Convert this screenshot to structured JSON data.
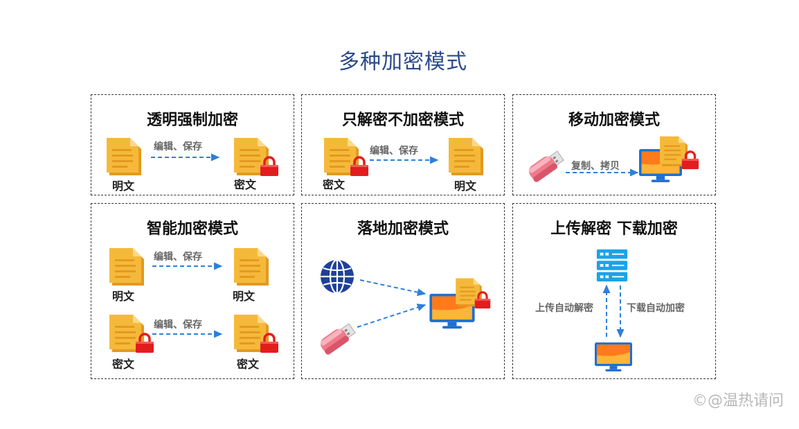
{
  "title": "多种加密模式",
  "panels": {
    "p1": {
      "title": "透明强制加密",
      "left": "明文",
      "right": "密文",
      "arrow": "编辑、保存"
    },
    "p2": {
      "title": "只解密不加密模式",
      "left": "密文",
      "right": "明文",
      "arrow": "编辑、保存"
    },
    "p3": {
      "title": "移动加密模式",
      "arrow": "复制、拷贝"
    },
    "p4": {
      "title": "智能加密模式",
      "row1_left": "明文",
      "row1_right": "明文",
      "row1_arrow": "编辑、保存",
      "row2_left": "密文",
      "row2_right": "密文",
      "row2_arrow": "编辑、保存"
    },
    "p5": {
      "title": "落地加密模式"
    },
    "p6": {
      "title": "上传解密 下载加密",
      "up_label": "上传自动解密",
      "down_label": "下载自动加密"
    }
  },
  "watermark": "©@温热请问",
  "colors": {
    "title": "#2c4a8a",
    "arrow": "#2f7fd8",
    "doc": "#f5b93a",
    "lock": "#e31d1d",
    "monitor": "#1e6fd0"
  }
}
